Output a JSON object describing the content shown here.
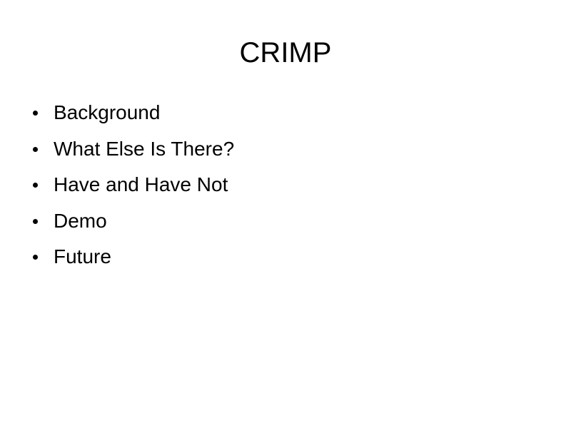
{
  "slide": {
    "title": "CRIMP",
    "bullets": [
      "Background",
      "What Else Is There?",
      "Have and Have Not",
      "Demo",
      "Future"
    ]
  }
}
